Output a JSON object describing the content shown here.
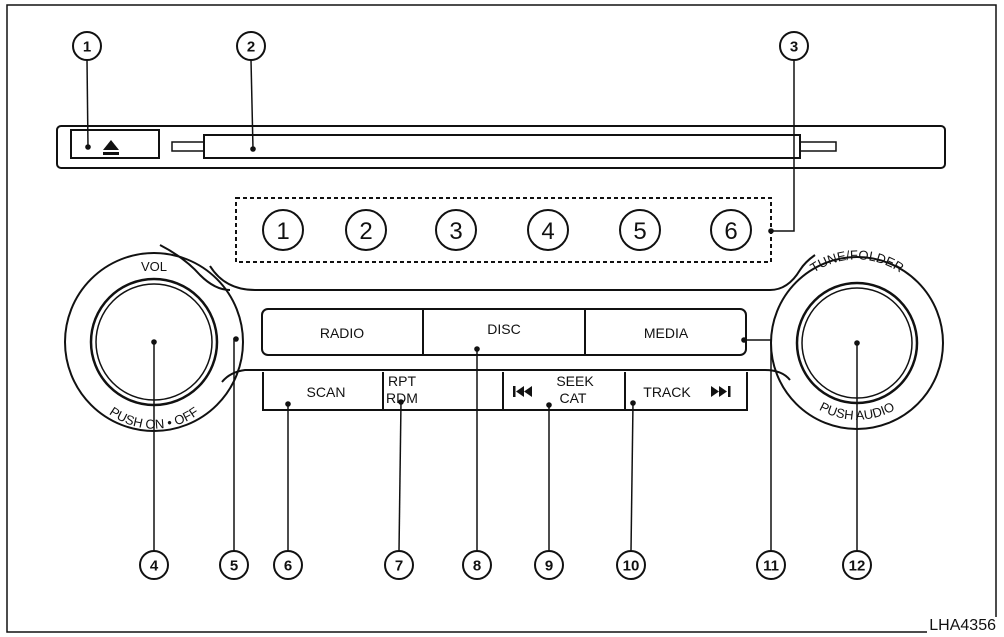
{
  "callouts": [
    "1",
    "2",
    "3",
    "4",
    "5",
    "6",
    "7",
    "8",
    "9",
    "10",
    "11",
    "12"
  ],
  "presets": [
    "1",
    "2",
    "3",
    "4",
    "5",
    "6"
  ],
  "eject_icon": "eject-icon",
  "vol_knob": {
    "label": "VOL",
    "push_label": "PUSH ON • OFF"
  },
  "tune_knob": {
    "label": "TUNE/FOLDER",
    "push_label": "PUSH AUDIO"
  },
  "mode_buttons": {
    "radio": "RADIO",
    "disc": "DISC",
    "media": "MEDIA"
  },
  "function_buttons": {
    "scan": "SCAN",
    "rpt_line1": "RPT",
    "rpt_line2": "RDM",
    "seek_line1": "SEEK",
    "seek_line2": "CAT",
    "track": "TRACK",
    "prev_icon": "skip-back-icon",
    "next_icon": "skip-forward-icon"
  },
  "figure_code": "LHA4356"
}
